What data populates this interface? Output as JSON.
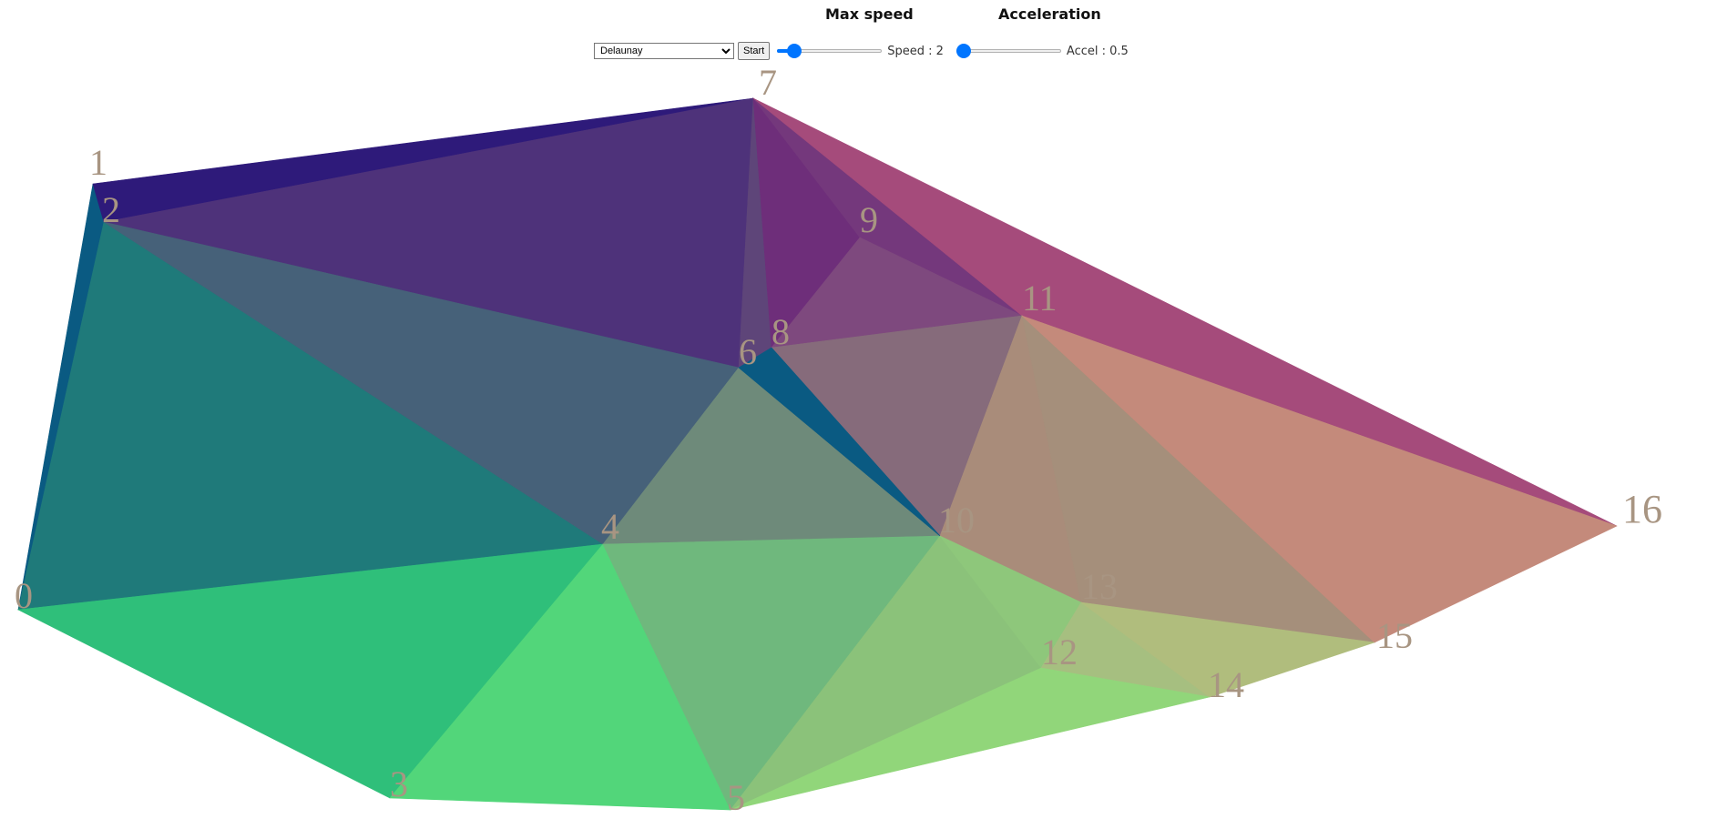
{
  "headings": {
    "max_speed": "Max speed",
    "acceleration": "Acceleration"
  },
  "controls": {
    "algorithm_select": {
      "selected": "Delaunay"
    },
    "start_label": "Start",
    "speed": {
      "label": "Speed : 2",
      "value": 2,
      "min": 1,
      "max": 10
    },
    "accel": {
      "label": "Accel : 0.5",
      "value": 0.5,
      "min": 0.5,
      "max": 5
    }
  },
  "vertex_labels": [
    "0",
    "1",
    "2",
    "3",
    "4",
    "5",
    "6",
    "7",
    "8",
    "9",
    "10",
    "11",
    "12",
    "13",
    "14",
    "15",
    "16"
  ],
  "triangle_colors": [
    "#0a5a82",
    "#2e1a7a",
    "#4e327a",
    "#1f7a7a",
    "#466179",
    "#2fbf7a",
    "#52d67a",
    "#6e8a7a",
    "#6fb87d",
    "#5e4579",
    "#6e2e7a",
    "#74387c",
    "#7e497e",
    "#866b7b",
    "#a54b7b",
    "#a98c7a",
    "#a58f7b",
    "#c48a7b",
    "#8bc27a",
    "#8ec77b",
    "#a6bf80",
    "#b0bd7d",
    "#91d67a"
  ]
}
